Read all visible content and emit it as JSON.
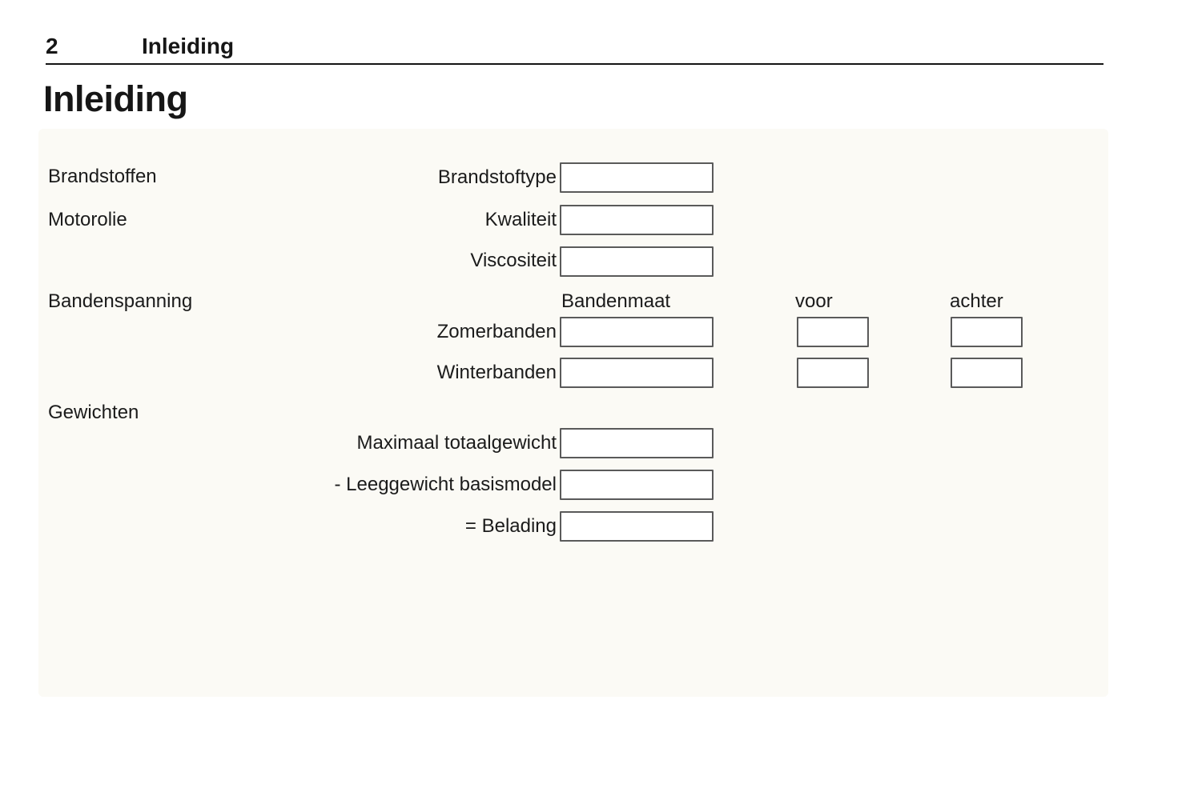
{
  "header": {
    "page_number": "2",
    "chapter": "Inleiding"
  },
  "title": "Inleiding",
  "form": {
    "brandstoffen": {
      "label": "Brandstoffen",
      "fields": {
        "brandstoftype": {
          "label": "Brandstoftype",
          "value": ""
        }
      }
    },
    "motorolie": {
      "label": "Motorolie",
      "fields": {
        "kwaliteit": {
          "label": "Kwaliteit",
          "value": ""
        },
        "viscositeit": {
          "label": "Viscositeit",
          "value": ""
        }
      }
    },
    "bandenspanning": {
      "label": "Bandenspanning",
      "columns": {
        "maat": "Bandenmaat",
        "voor": "voor",
        "achter": "achter"
      },
      "rows": {
        "zomer": {
          "label": "Zomerbanden",
          "maat": "",
          "voor": "",
          "achter": ""
        },
        "winter": {
          "label": "Winterbanden",
          "maat": "",
          "voor": "",
          "achter": ""
        }
      }
    },
    "gewichten": {
      "label": "Gewichten",
      "fields": {
        "max": {
          "label": "Maximaal totaalgewicht",
          "value": ""
        },
        "leeg": {
          "label": "- Leeggewicht basismodel",
          "value": ""
        },
        "belading": {
          "label": "= Belading",
          "value": ""
        }
      }
    }
  },
  "colors": {
    "panel_bg": "#fbfaf5",
    "box_border": "#5a5a5a",
    "text": "#161616",
    "rule": "#141414"
  }
}
